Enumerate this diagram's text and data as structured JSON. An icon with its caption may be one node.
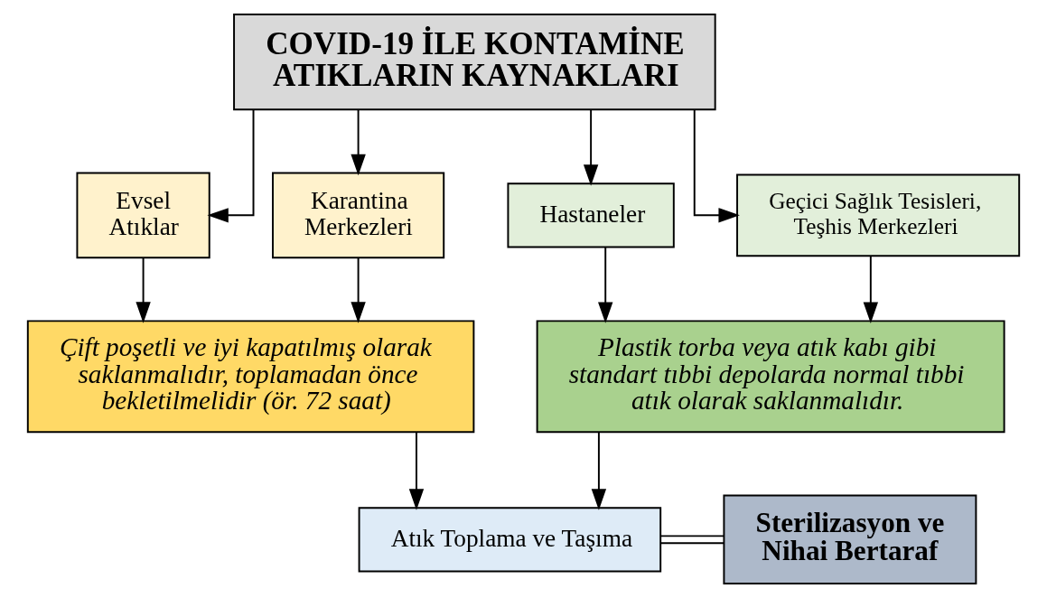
{
  "diagram": {
    "nodes": [
      {
        "text": [
          "COVID-19 İLE KONTAMİNE ATIKLARIN KAYNAKLARI"
        ]
      },
      {
        "text": [
          "Evsel Atıklar"
        ]
      },
      {
        "text": [
          "Karantina Merkezleri"
        ]
      },
      {
        "text": [
          "Hastaneler"
        ]
      },
      {
        "text": [
          "Geçici Sağlık Tesisleri, Teşhis Merkezleri"
        ]
      },
      {
        "text": [
          "Çift poşetli ve iyi kapatılmış olarak saklanmalıdır, toplamadan önce bekletilmelidir (ör. 72 saat)"
        ]
      },
      {
        "text": [
          "Plastik torba veya atık kabı gibi standart tıbbi depolarda normal tıbbi atık olarak saklanmalıdır."
        ]
      },
      {
        "text": [
          "Atık Toplama ve Taşıma"
        ]
      },
      {
        "text": [
          "Sterilizasyon ve Nihai Bertaraf"
        ]
      }
    ],
    "edges": [
      {
        "from": 0,
        "to": 1,
        "arrow": "to"
      },
      {
        "from": 0,
        "to": 2,
        "arrow": "to"
      },
      {
        "from": 0,
        "to": 3,
        "arrow": "to"
      },
      {
        "from": 0,
        "to": 4,
        "arrow": "to"
      },
      {
        "from": 1,
        "to": 5,
        "arrow": "to"
      },
      {
        "from": 2,
        "to": 5,
        "arrow": "to"
      },
      {
        "from": 3,
        "to": 6,
        "arrow": "to"
      },
      {
        "from": 4,
        "to": 6,
        "arrow": "to"
      },
      {
        "from": 5,
        "to": 7,
        "arrow": "to"
      },
      {
        "from": 6,
        "to": 7,
        "arrow": "to"
      },
      {
        "from": 7,
        "to": 8,
        "arrow": "none"
      }
    ]
  }
}
